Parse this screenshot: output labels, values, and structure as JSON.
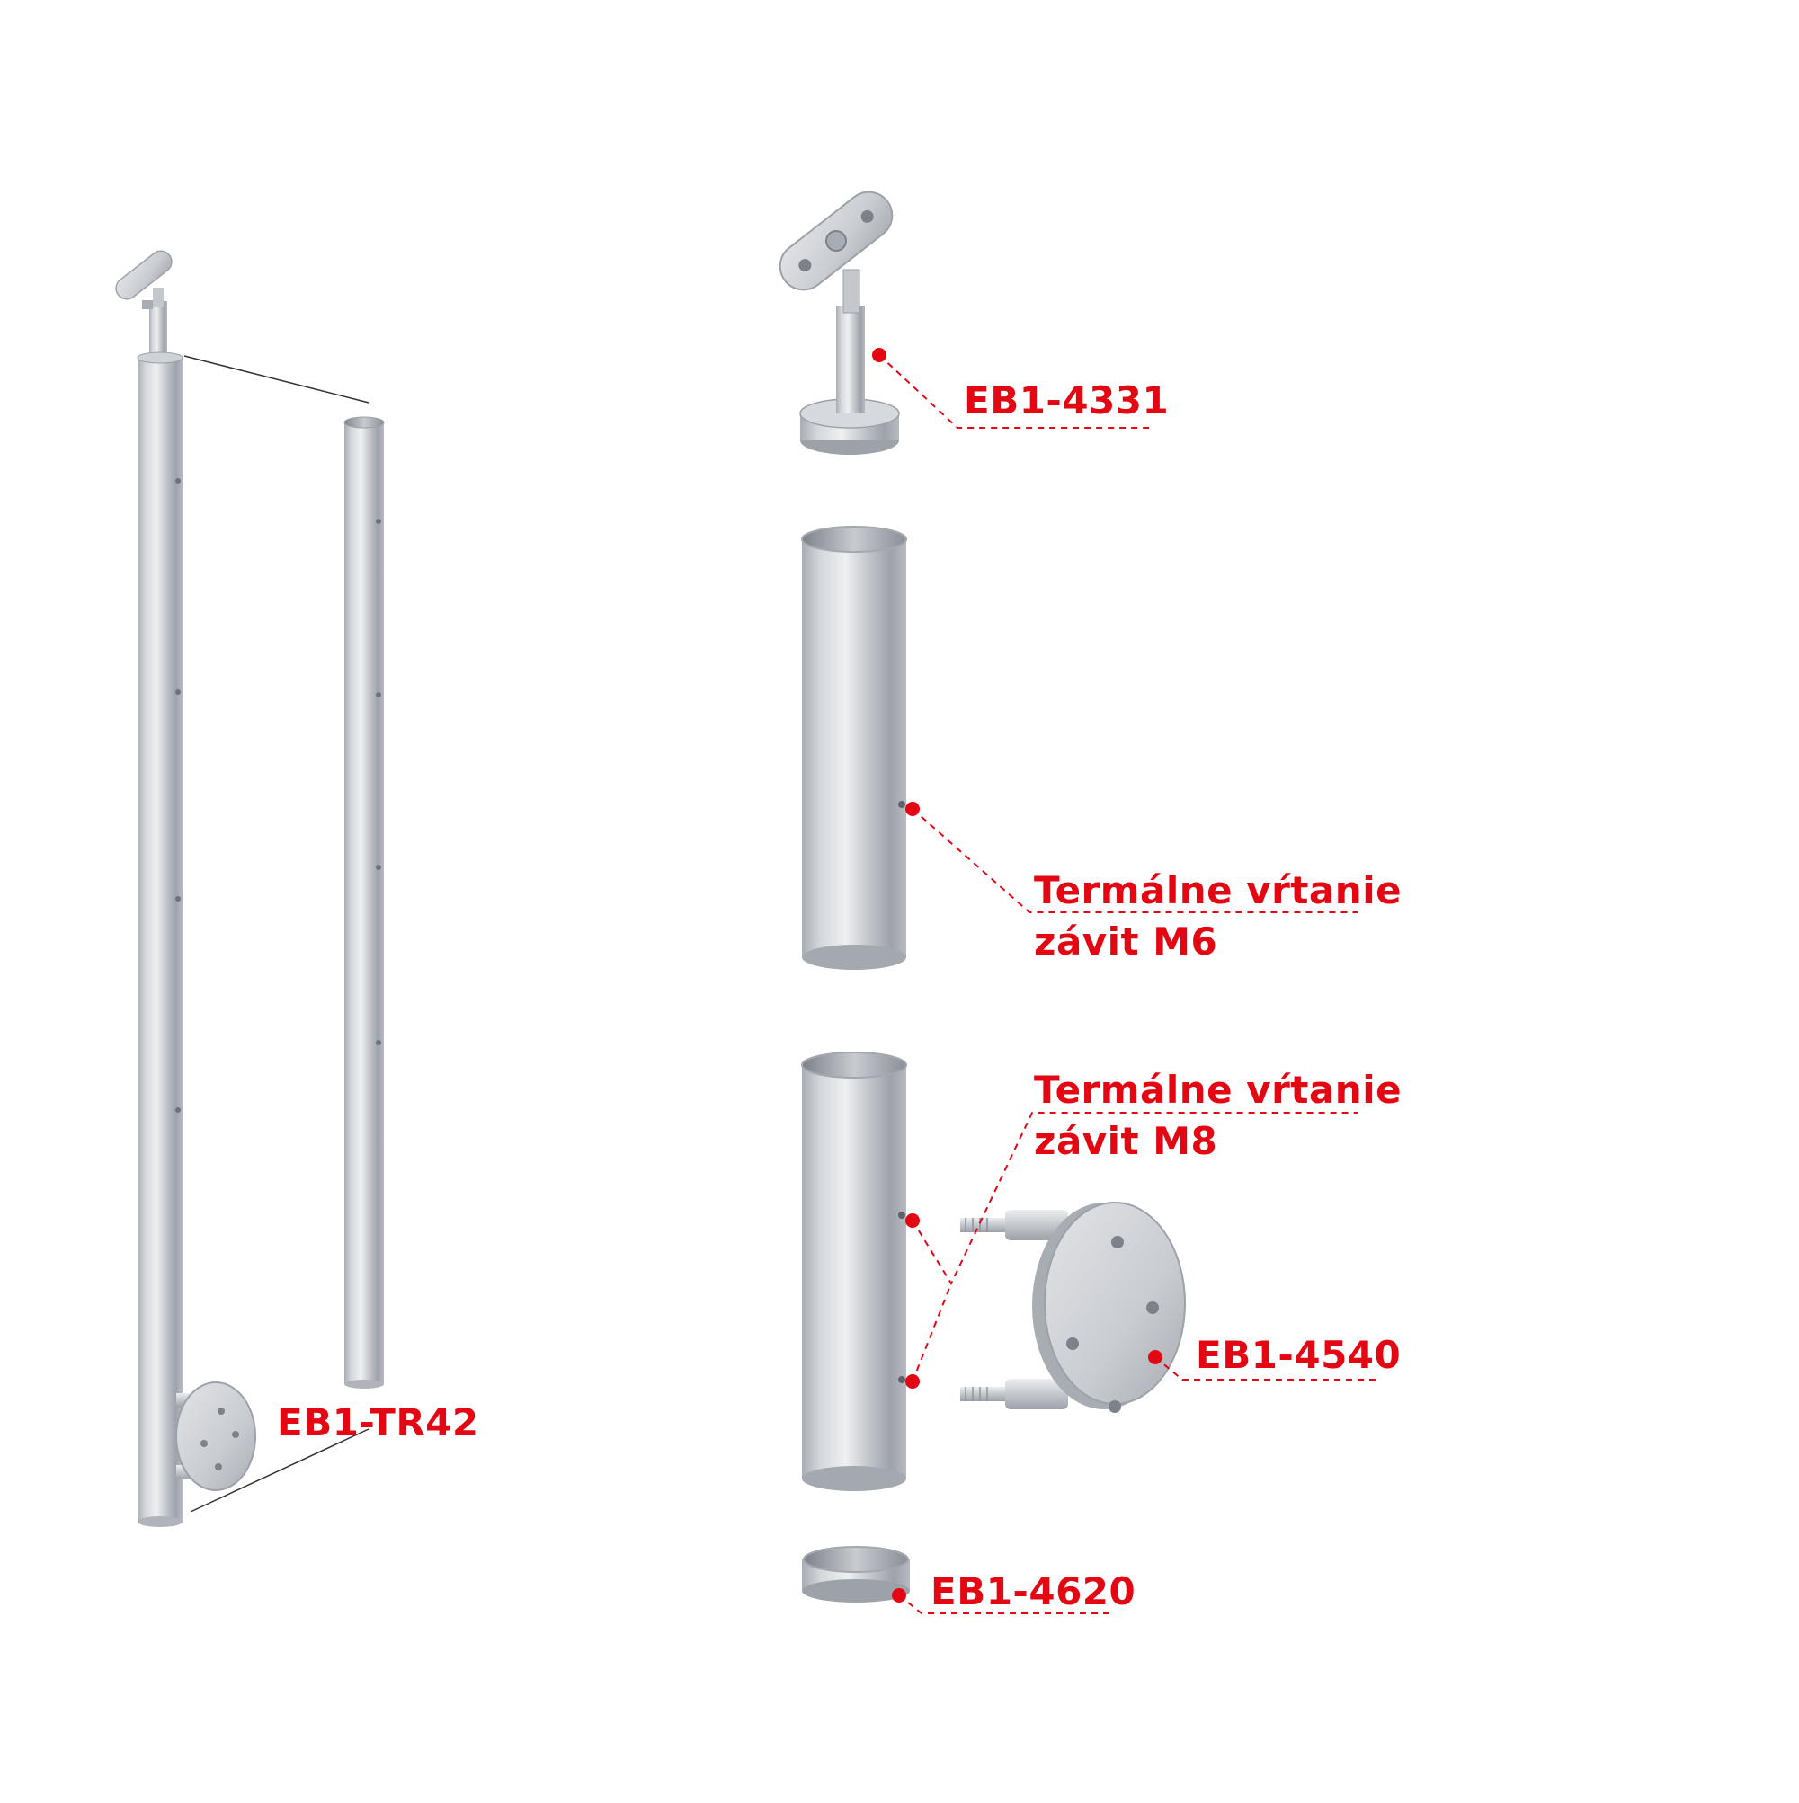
{
  "labels": {
    "post_assembly": "EB1-TR42",
    "handrail_support": "EB1-4331",
    "thermal_drill_m6_line1": "Termálne vŕtanie",
    "thermal_drill_m6_line2": "závit M6",
    "thermal_drill_m8_line1": "Termálne vŕtanie",
    "thermal_drill_m8_line2": "závit M8",
    "side_flange": "EB1-4540",
    "end_cap": "EB1-4620"
  },
  "colors": {
    "label_red": "#e30613",
    "steel_light": "#e4e6ea",
    "steel_mid": "#b8bcc3",
    "steel_dark": "#8e939b",
    "leader_gray": "#333333"
  }
}
